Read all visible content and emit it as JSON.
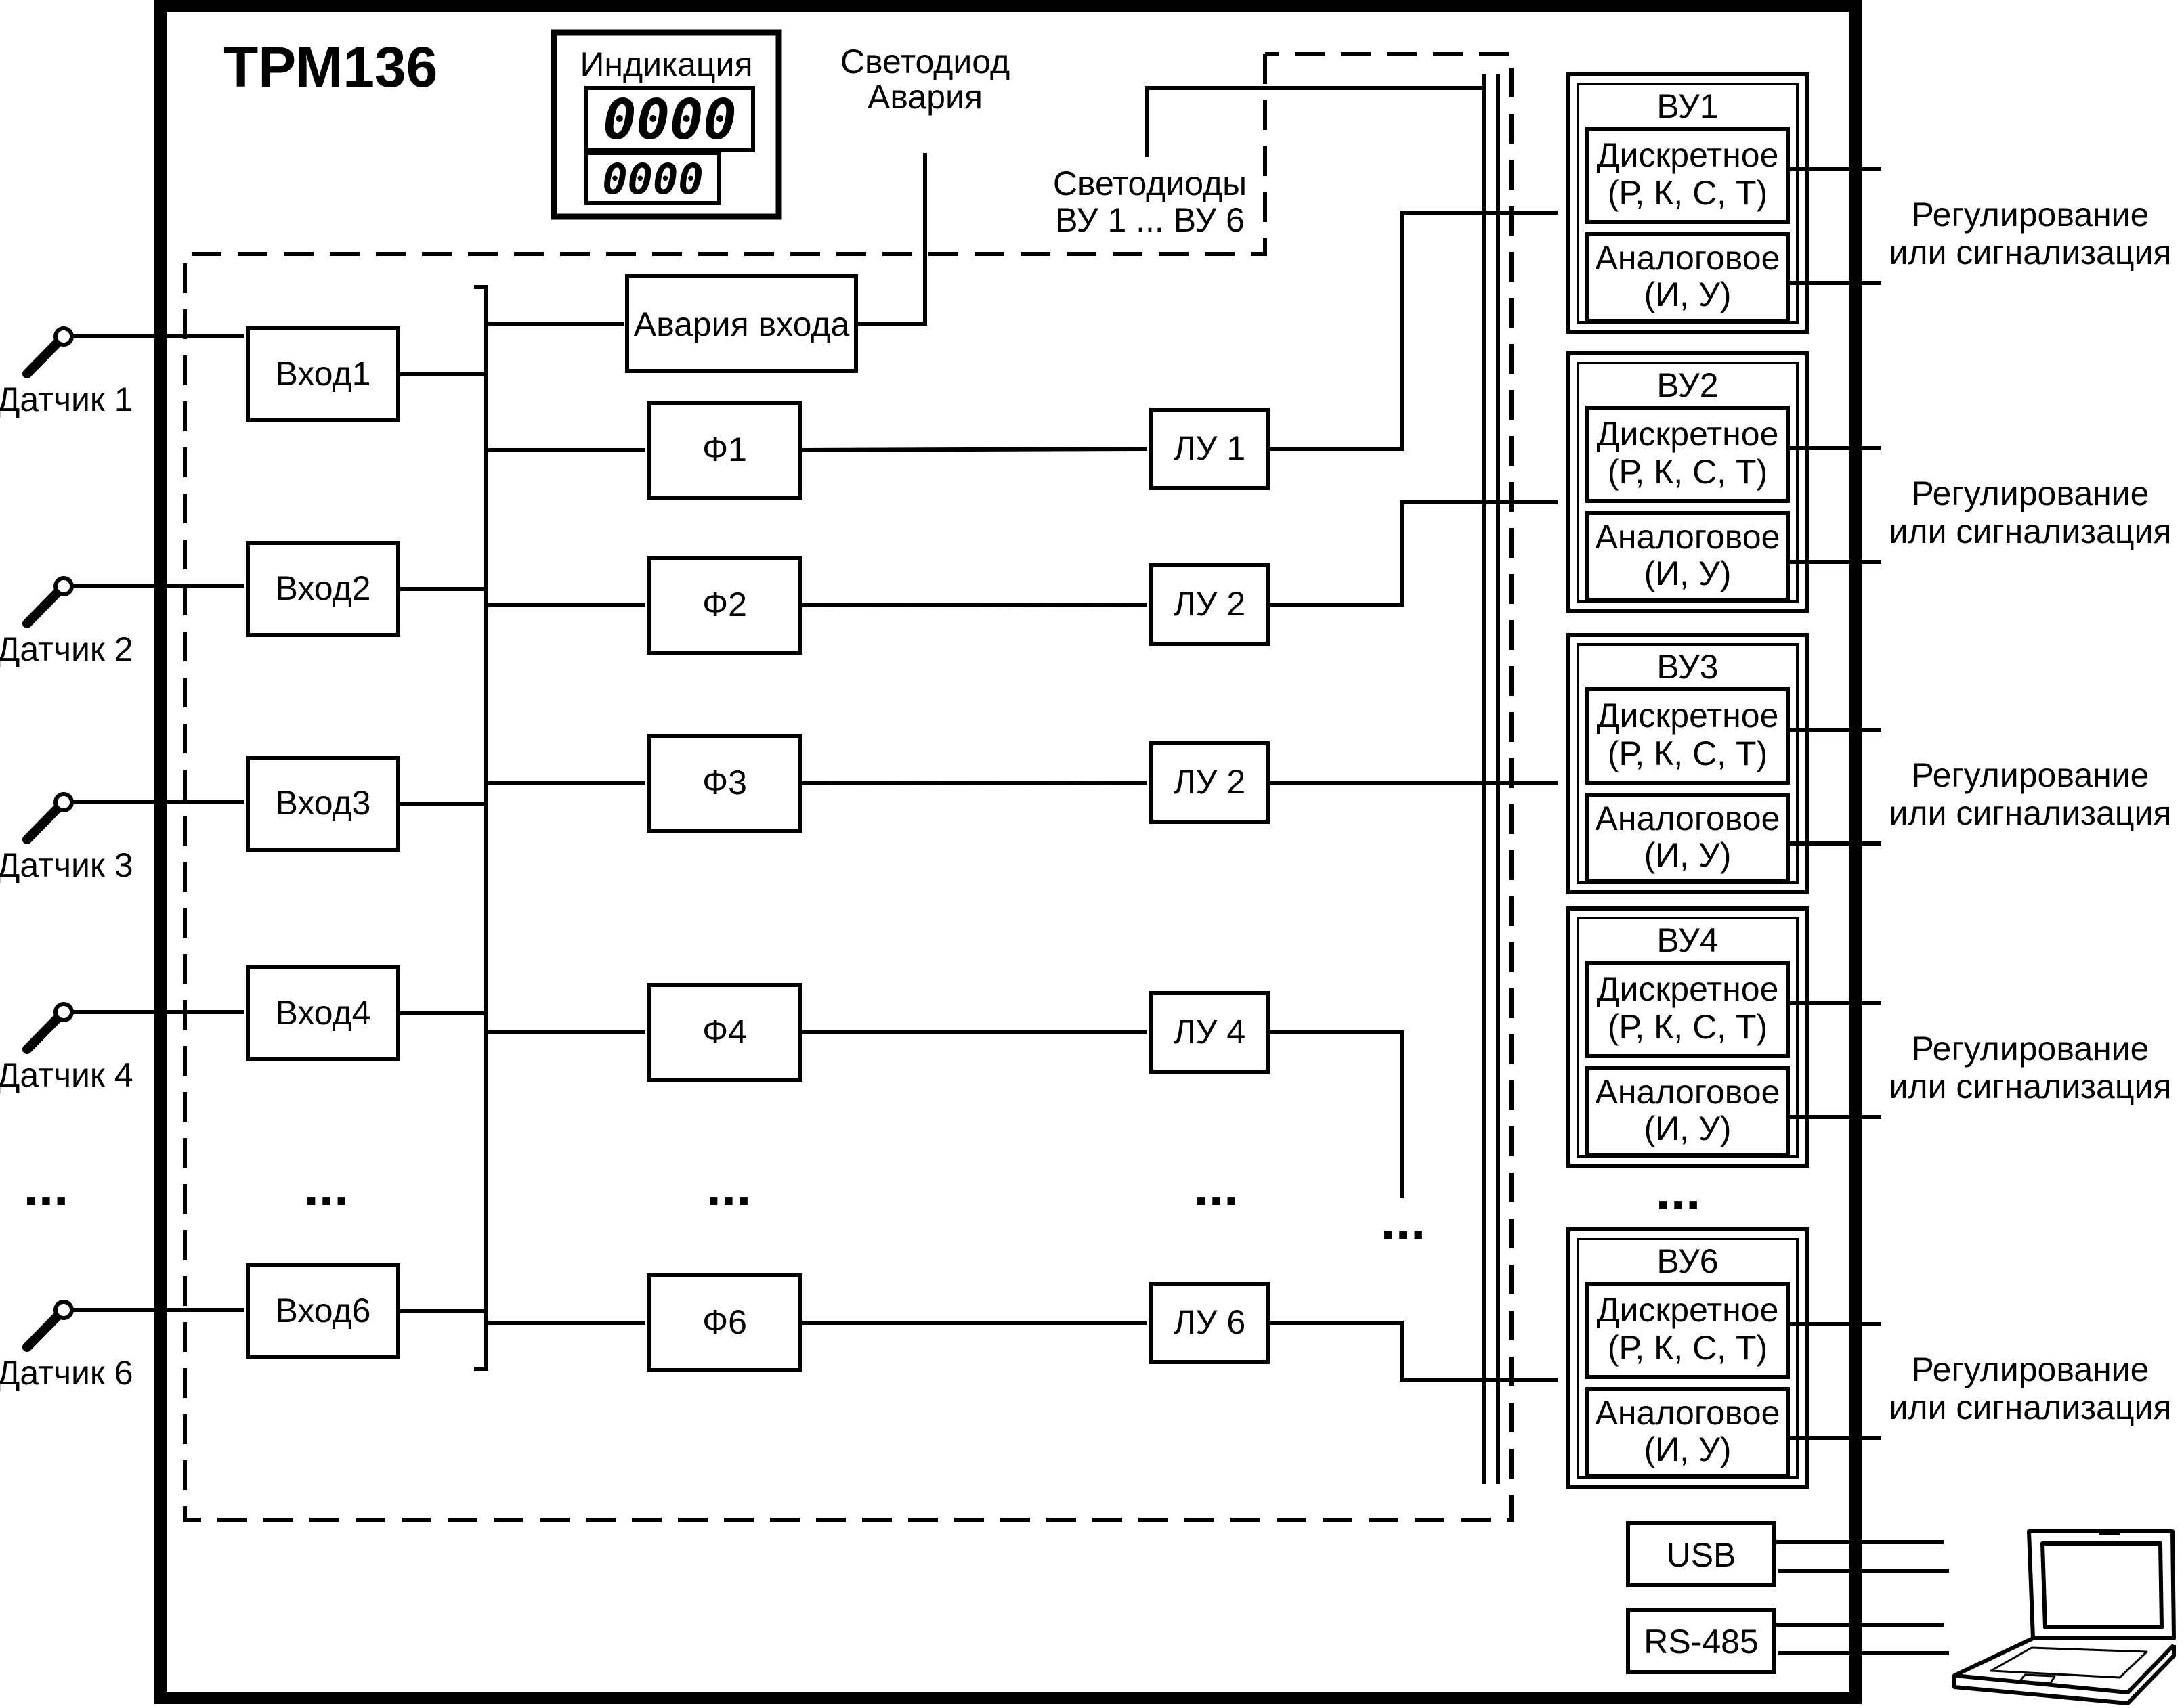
{
  "device": {
    "title": "ТРМ136"
  },
  "indication": {
    "label": "Индикация",
    "top_display": "0000",
    "bottom_display": "0000"
  },
  "led_alarm": {
    "line1": "Светодиод",
    "line2": "Авария"
  },
  "led_outputs": {
    "line1": "Светодиоды",
    "line2": "ВУ 1 ... ВУ 6"
  },
  "alarm_block": {
    "label": "Авария входа"
  },
  "sensors": [
    "Датчик 1",
    "Датчик 2",
    "Датчик 3",
    "Датчик 4",
    "Датчик 6"
  ],
  "inputs": [
    "Вход1",
    "Вход2",
    "Вход3",
    "Вход4",
    "Вход6"
  ],
  "filters": [
    "Ф1",
    "Ф2",
    "Ф3",
    "Ф4",
    "Ф6"
  ],
  "logic": [
    "ЛУ 1",
    "ЛУ 2",
    "ЛУ 2",
    "ЛУ 4",
    "ЛУ 6"
  ],
  "ellipsis": "...",
  "outputs": [
    {
      "name": "ВУ1",
      "discrete_l1": "Дискретное",
      "discrete_l2": "(Р, К, С, Т)",
      "analog_l1": "Аналоговое",
      "analog_l2": "(И, У)"
    },
    {
      "name": "ВУ2",
      "discrete_l1": "Дискретное",
      "discrete_l2": "(Р, К, С, Т)",
      "analog_l1": "Аналоговое",
      "analog_l2": "(И, У)"
    },
    {
      "name": "ВУ3",
      "discrete_l1": "Дискретное",
      "discrete_l2": "(Р, К, С, Т)",
      "analog_l1": "Аналоговое",
      "analog_l2": "(И, У)"
    },
    {
      "name": "ВУ4",
      "discrete_l1": "Дискретное",
      "discrete_l2": "(Р, К, С, Т)",
      "analog_l1": "Аналоговое",
      "analog_l2": "(И, У)"
    },
    {
      "name": "ВУ6",
      "discrete_l1": "Дискретное",
      "discrete_l2": "(Р, К, С, Т)",
      "analog_l1": "Аналоговое",
      "analog_l2": "(И, У)"
    }
  ],
  "control": {
    "line1": "Регулирование",
    "line2": "или сигнализация"
  },
  "interfaces": {
    "usb": "USB",
    "rs485": "RS-485"
  }
}
